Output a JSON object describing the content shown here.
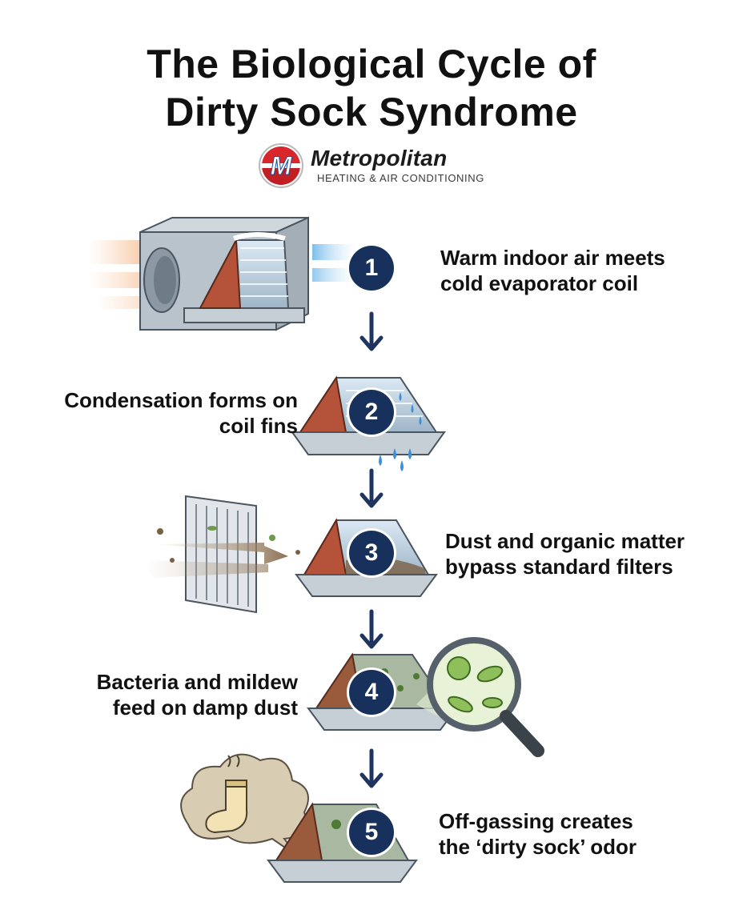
{
  "title": {
    "line1": "The Biological Cycle of",
    "line2": "Dirty Sock Syndrome"
  },
  "brand": {
    "name": "Metropolitan",
    "tagline": "HEATING & AIR CONDITIONING",
    "mark": "M",
    "colors": {
      "red": "#d8262b",
      "blue": "#1c4f9c"
    }
  },
  "steps": [
    {
      "number": "1",
      "line1": "Warm indoor air meets",
      "line2": "cold evaporator coil"
    },
    {
      "number": "2",
      "line1": "Condensation forms on",
      "line2": "coil fins"
    },
    {
      "number": "3",
      "line1": "Dust and organic matter",
      "line2": "bypass standard filters"
    },
    {
      "number": "4",
      "line1": "Bacteria and mildew",
      "line2": "feed on damp dust"
    },
    {
      "number": "5",
      "line1": "Off-gassing creates",
      "line2": "the ‘dirty sock’ odor"
    }
  ],
  "colors": {
    "badge": "#17305c",
    "arrow": "#1f3560",
    "warm_air": "#f08a3c",
    "cold_air": "#7cc0ee"
  },
  "icons": [
    "arrow-down-icon",
    "magnifier-icon",
    "sock-icon",
    "odor-cloud-icon",
    "air-filter-icon",
    "water-drop-icon"
  ]
}
